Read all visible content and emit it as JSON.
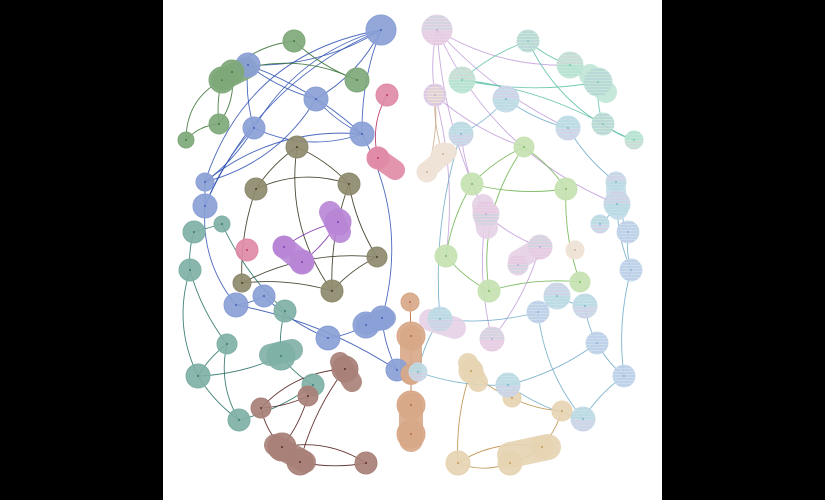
{
  "colors": {
    "background": "#000000",
    "canvas": "#ffffff",
    "groups": {
      "blue": "#8a9fd6",
      "blue_edge": "#2a4fb0",
      "green": "#7fa87a",
      "green_edge": "#2f6b2a",
      "olive": "#8e8a6e",
      "olive_edge": "#2e2a10",
      "purple": "#b886d6",
      "purple_edge": "#7a2aa8",
      "pink": "#e08aa6",
      "pink_edge": "#b0205a",
      "teal": "#7fb0a6",
      "teal_edge": "#1f6b5e",
      "brown": "#a88078",
      "brown_edge": "#4a1410",
      "orange": "#d8a888",
      "orange_edge": "#a8582a",
      "tan": "#e6d4b2",
      "tan_edge": "#b88a40",
      "lilac": "#e6d2e6",
      "lilac_edge": "#c09ad8",
      "mint": "#c0e6d6",
      "mint_edge": "#5ec0a8",
      "lightgreen": "#c6e2b2",
      "lightgreen_edge": "#6ab04a",
      "lightblue": "#c6dcea",
      "lightblue_edge": "#6aa8c8",
      "beige": "#efe2d6",
      "beige_edge": "#c8a888"
    }
  },
  "graph": {
    "groups": [
      "blue",
      "green",
      "olive",
      "purple",
      "pink",
      "teal",
      "brown",
      "orange",
      "tan",
      "lilac",
      "mint",
      "lightgreen",
      "lightblue",
      "beige"
    ]
  }
}
